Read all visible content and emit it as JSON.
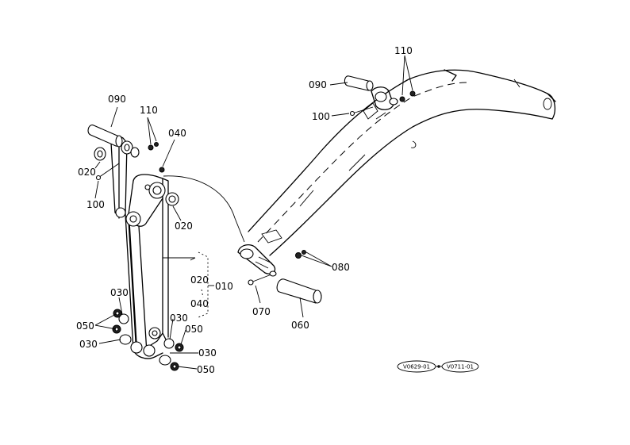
{
  "diagram": {
    "labels": [
      {
        "id": "l090a",
        "text": "090"
      },
      {
        "id": "l110a",
        "text": "110"
      },
      {
        "id": "l040a",
        "text": "040"
      },
      {
        "id": "l020a",
        "text": "020"
      },
      {
        "id": "l100a",
        "text": "100"
      },
      {
        "id": "l020b",
        "text": "020"
      },
      {
        "id": "l020c",
        "text": "020"
      },
      {
        "id": "l010",
        "text": "010"
      },
      {
        "id": "l040b",
        "text": "040"
      },
      {
        "id": "l030a",
        "text": "030"
      },
      {
        "id": "l050a",
        "text": "050"
      },
      {
        "id": "l030b",
        "text": "030"
      },
      {
        "id": "l030c",
        "text": "030"
      },
      {
        "id": "l050b",
        "text": "050"
      },
      {
        "id": "l030d",
        "text": "030"
      },
      {
        "id": "l050c",
        "text": "050"
      },
      {
        "id": "l090b",
        "text": "090"
      },
      {
        "id": "l100b",
        "text": "100"
      },
      {
        "id": "l110b",
        "text": "110"
      },
      {
        "id": "l080",
        "text": "080"
      },
      {
        "id": "l070",
        "text": "070"
      },
      {
        "id": "l060",
        "text": "060"
      }
    ],
    "refs": [
      {
        "id": "ref1",
        "text": "V0629-01"
      },
      {
        "id": "ref2",
        "text": "V0711-01"
      }
    ]
  }
}
